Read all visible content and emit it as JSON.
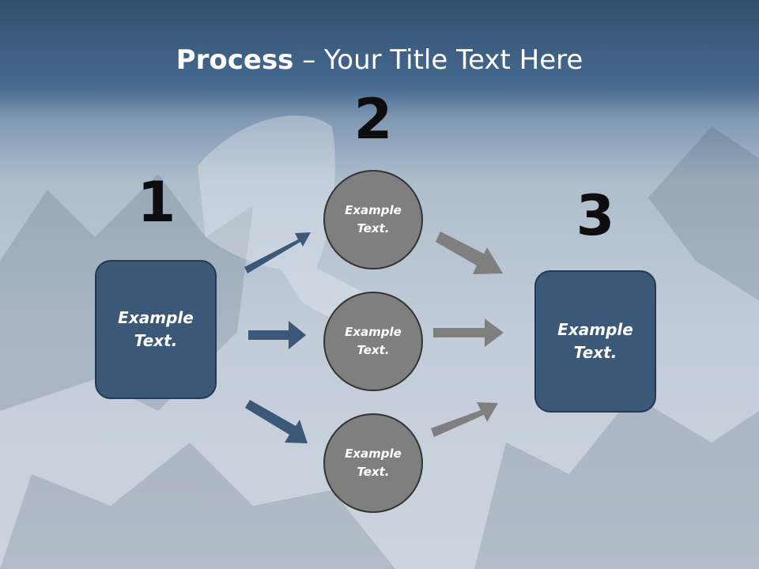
{
  "title": {
    "bold": "Process",
    "rest": " – Your Title Text Here"
  },
  "steps": {
    "one": "1",
    "two": "2",
    "three": "3"
  },
  "left_box": {
    "line1": "Example",
    "line2": "Text."
  },
  "circles": [
    {
      "line1": "Example",
      "line2": "Text."
    },
    {
      "line1": "Example",
      "line2": "Text."
    },
    {
      "line1": "Example",
      "line2": "Text."
    }
  ],
  "right_box": {
    "line1": "Example",
    "line2": "Text."
  },
  "colors": {
    "box_fill": "#3b5878",
    "circle_fill": "#7f7f7f",
    "arrow_blue": "#3b5878",
    "arrow_gray": "#7f7f7f"
  }
}
